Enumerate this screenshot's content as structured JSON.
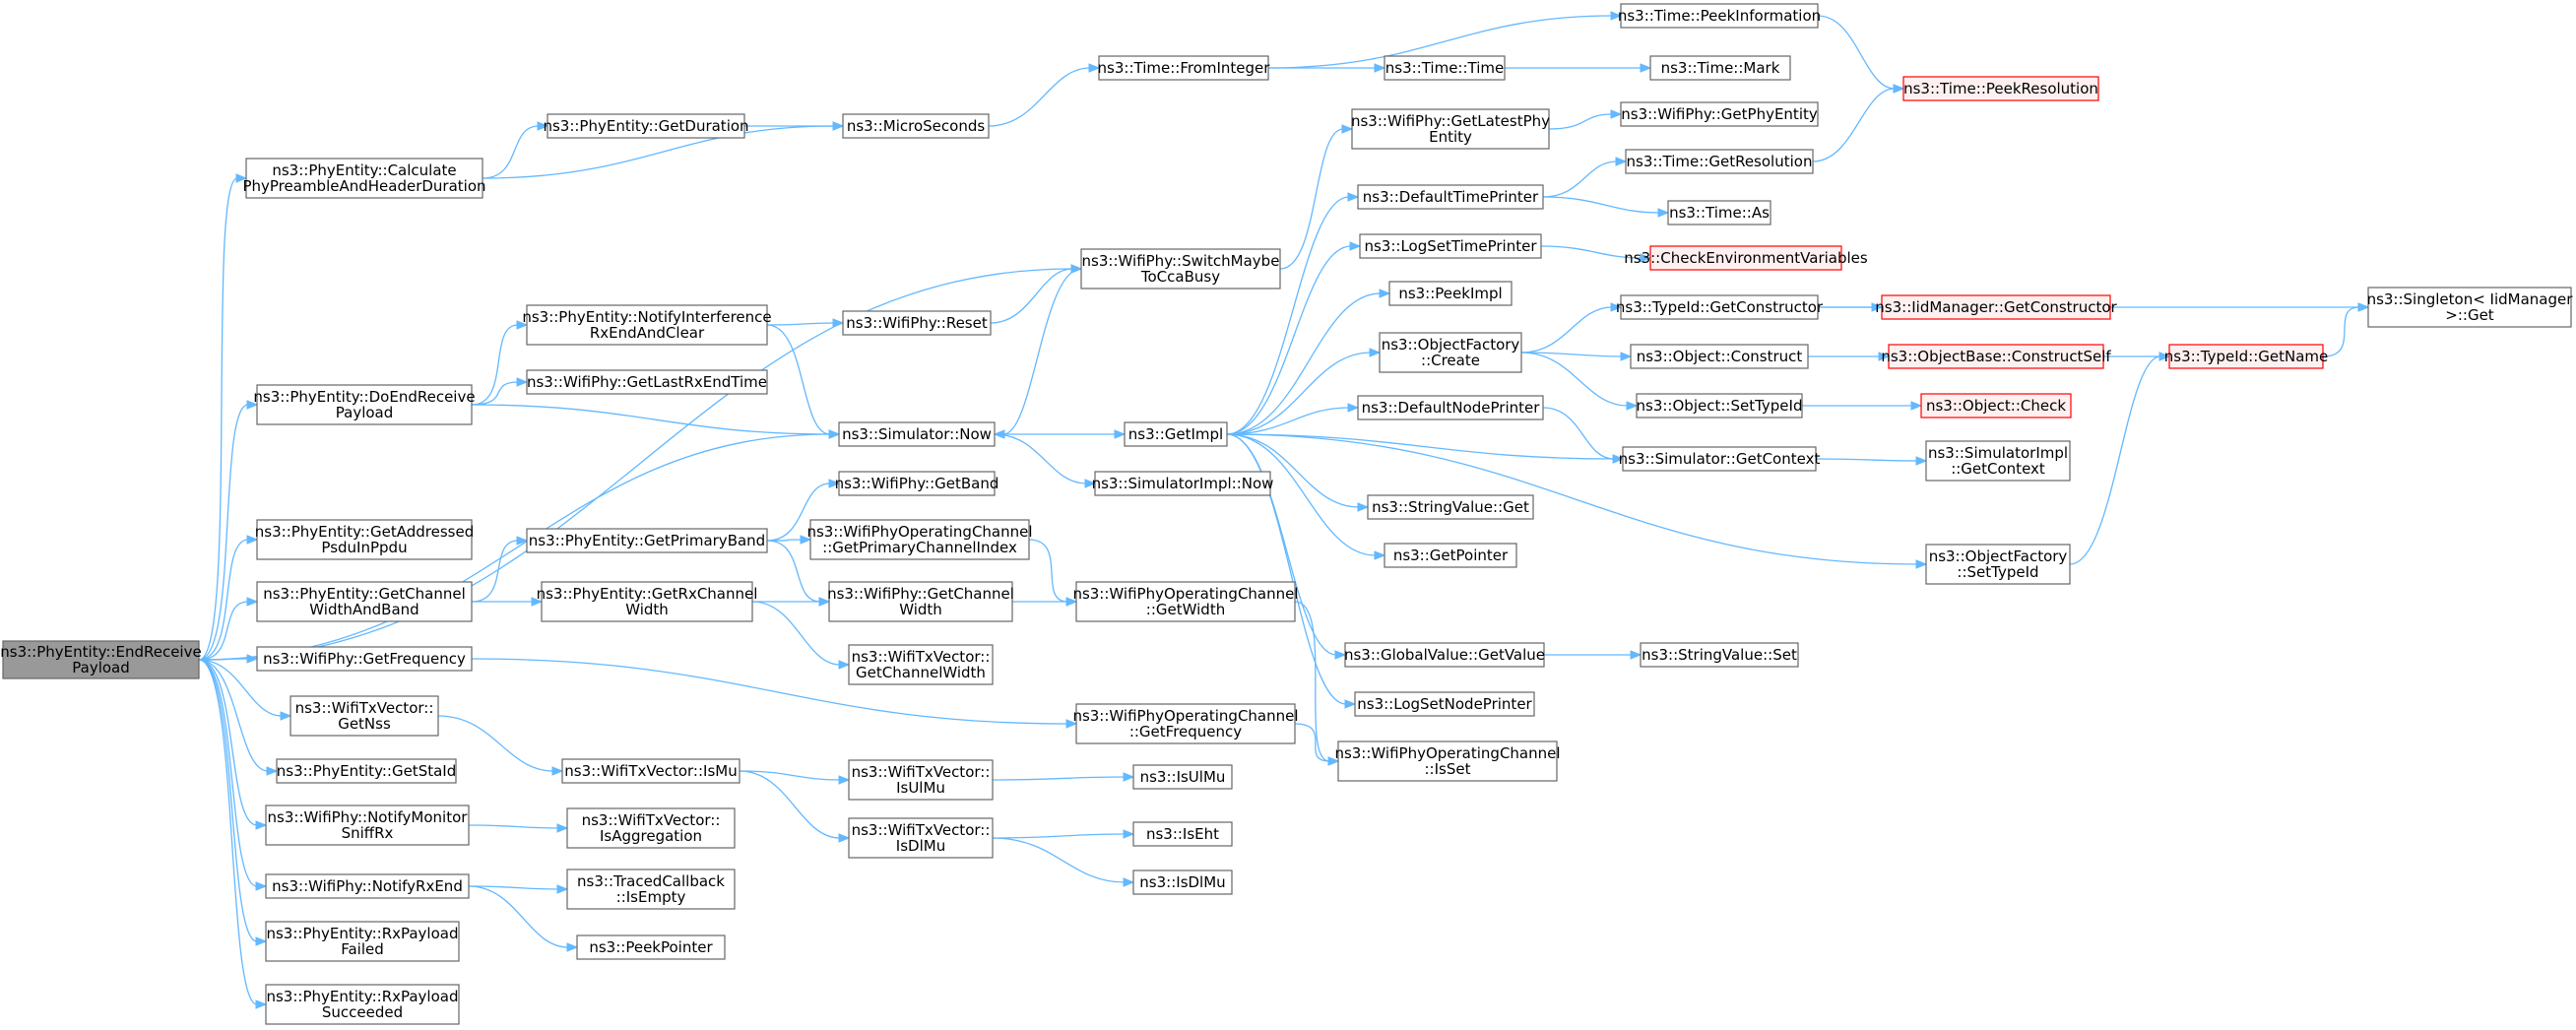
{
  "graph": {
    "nodes": [
      {
        "id": "root",
        "lines": [
          "ns3::PhyEntity::EndReceive",
          "Payload"
        ],
        "focus": true
      },
      {
        "id": "calcPre",
        "lines": [
          "ns3::PhyEntity::Calculate",
          "PhyPreambleAndHeaderDuration"
        ]
      },
      {
        "id": "getDur",
        "lines": [
          "ns3::PhyEntity::GetDuration"
        ]
      },
      {
        "id": "micro",
        "lines": [
          "ns3::MicroSeconds"
        ]
      },
      {
        "id": "fromInt",
        "lines": [
          "ns3::Time::FromInteger"
        ]
      },
      {
        "id": "timeTime",
        "lines": [
          "ns3::Time::Time"
        ]
      },
      {
        "id": "peekInfo",
        "lines": [
          "ns3::Time::PeekInformation"
        ]
      },
      {
        "id": "timeMark",
        "lines": [
          "ns3::Time::Mark"
        ]
      },
      {
        "id": "peekRes",
        "lines": [
          "ns3::Time::PeekResolution"
        ],
        "truncated": true
      },
      {
        "id": "getLatest",
        "lines": [
          "ns3::WifiPhy::GetLatestPhy",
          "Entity"
        ]
      },
      {
        "id": "getPhyEnt",
        "lines": [
          "ns3::WifiPhy::GetPhyEntity"
        ]
      },
      {
        "id": "getRes",
        "lines": [
          "ns3::Time::GetResolution"
        ]
      },
      {
        "id": "defTime",
        "lines": [
          "ns3::DefaultTimePrinter"
        ]
      },
      {
        "id": "timeAs",
        "lines": [
          "ns3::Time::As"
        ]
      },
      {
        "id": "logSetTime",
        "lines": [
          "ns3::LogSetTimePrinter"
        ]
      },
      {
        "id": "checkEnv",
        "lines": [
          "ns3::CheckEnvironmentVariables"
        ],
        "truncated": true
      },
      {
        "id": "switchCca",
        "lines": [
          "ns3::WifiPhy::SwitchMaybe",
          "ToCcaBusy"
        ]
      },
      {
        "id": "peekImpl",
        "lines": [
          "ns3::PeekImpl"
        ]
      },
      {
        "id": "typeGetCons",
        "lines": [
          "ns3::TypeId::GetConstructor"
        ]
      },
      {
        "id": "iidGetCons",
        "lines": [
          "ns3::IidManager::GetConstructor"
        ],
        "truncated": true
      },
      {
        "id": "singletonGet",
        "lines": [
          "ns3::Singleton< IidManager",
          " >::Get"
        ]
      },
      {
        "id": "notifyInterf",
        "lines": [
          "ns3::PhyEntity::NotifyInterference",
          "RxEndAndClear"
        ]
      },
      {
        "id": "wifiReset",
        "lines": [
          "ns3::WifiPhy::Reset"
        ]
      },
      {
        "id": "objFactCreate",
        "lines": [
          "ns3::ObjectFactory",
          "::Create"
        ]
      },
      {
        "id": "objConstruct",
        "lines": [
          "ns3::Object::Construct"
        ]
      },
      {
        "id": "objBaseCons",
        "lines": [
          "ns3::ObjectBase::ConstructSelf"
        ],
        "truncated": true
      },
      {
        "id": "typeGetName",
        "lines": [
          "ns3::TypeId::GetName"
        ],
        "truncated": true
      },
      {
        "id": "getLastRx",
        "lines": [
          "ns3::WifiPhy::GetLastRxEndTime"
        ]
      },
      {
        "id": "doEndRx",
        "lines": [
          "ns3::PhyEntity::DoEndReceive",
          "Payload"
        ]
      },
      {
        "id": "objSetType",
        "lines": [
          "ns3::Object::SetTypeId"
        ]
      },
      {
        "id": "objCheck",
        "lines": [
          "ns3::Object::Check"
        ],
        "truncated": true
      },
      {
        "id": "defNode",
        "lines": [
          "ns3::DefaultNodePrinter"
        ]
      },
      {
        "id": "simNow",
        "lines": [
          "ns3::Simulator::Now"
        ]
      },
      {
        "id": "getImpl",
        "lines": [
          "ns3::GetImpl"
        ]
      },
      {
        "id": "simGetCtx",
        "lines": [
          "ns3::Simulator::GetContext"
        ]
      },
      {
        "id": "simImplCtx",
        "lines": [
          "ns3::SimulatorImpl",
          "::GetContext"
        ]
      },
      {
        "id": "simImplNow",
        "lines": [
          "ns3::SimulatorImpl::Now"
        ]
      },
      {
        "id": "getBand",
        "lines": [
          "ns3::WifiPhy::GetBand"
        ]
      },
      {
        "id": "strGet",
        "lines": [
          "ns3::StringValue::Get"
        ]
      },
      {
        "id": "getAddr",
        "lines": [
          "ns3::PhyEntity::GetAddressed",
          "PsduInPpdu"
        ]
      },
      {
        "id": "getPrimBand",
        "lines": [
          "ns3::PhyEntity::GetPrimaryBand"
        ]
      },
      {
        "id": "getPrimIdx",
        "lines": [
          "ns3::WifiPhyOperatingChannel",
          "::GetPrimaryChannelIndex"
        ]
      },
      {
        "id": "getPointer",
        "lines": [
          "ns3::GetPointer"
        ]
      },
      {
        "id": "objFactSet",
        "lines": [
          "ns3::ObjectFactory",
          "::SetTypeId"
        ]
      },
      {
        "id": "getChanWB",
        "lines": [
          "ns3::PhyEntity::GetChannel",
          "WidthAndBand"
        ]
      },
      {
        "id": "getRxChanW",
        "lines": [
          "ns3::PhyEntity::GetRxChannel",
          "Width"
        ]
      },
      {
        "id": "wifiGetChanW",
        "lines": [
          "ns3::WifiPhy::GetChannel",
          "Width"
        ]
      },
      {
        "id": "opGetWidth",
        "lines": [
          "ns3::WifiPhyOperatingChannel",
          "::GetWidth"
        ]
      },
      {
        "id": "txGetChanW",
        "lines": [
          "ns3::WifiTxVector::",
          "GetChannelWidth"
        ]
      },
      {
        "id": "globalGet",
        "lines": [
          "ns3::GlobalValue::GetValue"
        ]
      },
      {
        "id": "strSet",
        "lines": [
          "ns3::StringValue::Set"
        ]
      },
      {
        "id": "getFreq",
        "lines": [
          "ns3::WifiPhy::GetFrequency"
        ]
      },
      {
        "id": "txGetNss",
        "lines": [
          "ns3::WifiTxVector::",
          "GetNss"
        ]
      },
      {
        "id": "logSetNode",
        "lines": [
          "ns3::LogSetNodePrinter"
        ]
      },
      {
        "id": "opGetFreq",
        "lines": [
          "ns3::WifiPhyOperatingChannel",
          "::GetFrequency"
        ]
      },
      {
        "id": "opIsSet",
        "lines": [
          "ns3::WifiPhyOperatingChannel",
          "::IsSet"
        ]
      },
      {
        "id": "getStaId",
        "lines": [
          "ns3::PhyEntity::GetStaId"
        ]
      },
      {
        "id": "txIsMu",
        "lines": [
          "ns3::WifiTxVector::IsMu"
        ]
      },
      {
        "id": "txIsUlMu",
        "lines": [
          "ns3::WifiTxVector::",
          "IsUlMu"
        ]
      },
      {
        "id": "isUlMu",
        "lines": [
          "ns3::IsUlMu"
        ]
      },
      {
        "id": "notifyMon",
        "lines": [
          "ns3::WifiPhy::NotifyMonitor",
          "SniffRx"
        ]
      },
      {
        "id": "txIsAgg",
        "lines": [
          "ns3::WifiTxVector::",
          "IsAggregation"
        ]
      },
      {
        "id": "txIsDlMu",
        "lines": [
          "ns3::WifiTxVector::",
          "IsDlMu"
        ]
      },
      {
        "id": "isEht",
        "lines": [
          "ns3::IsEht"
        ]
      },
      {
        "id": "isDlMu",
        "lines": [
          "ns3::IsDlMu"
        ]
      },
      {
        "id": "notifyRxEnd",
        "lines": [
          "ns3::WifiPhy::NotifyRxEnd"
        ]
      },
      {
        "id": "tracedEmpty",
        "lines": [
          "ns3::TracedCallback",
          "::IsEmpty"
        ]
      },
      {
        "id": "peekPointer",
        "lines": [
          "ns3::PeekPointer"
        ]
      },
      {
        "id": "rxFailed",
        "lines": [
          "ns3::PhyEntity::RxPayload",
          "Failed"
        ]
      },
      {
        "id": "rxSucc",
        "lines": [
          "ns3::PhyEntity::RxPayload",
          "Succeeded"
        ]
      }
    ],
    "edges": [
      [
        "root",
        "calcPre"
      ],
      [
        "root",
        "switchCca"
      ],
      [
        "root",
        "doEndRx"
      ],
      [
        "root",
        "simNow"
      ],
      [
        "root",
        "getAddr"
      ],
      [
        "root",
        "getChanWB"
      ],
      [
        "root",
        "getFreq"
      ],
      [
        "root",
        "txGetNss"
      ],
      [
        "root",
        "getStaId"
      ],
      [
        "root",
        "notifyMon"
      ],
      [
        "root",
        "notifyRxEnd"
      ],
      [
        "root",
        "rxFailed"
      ],
      [
        "root",
        "rxSucc"
      ],
      [
        "calcPre",
        "getDur"
      ],
      [
        "calcPre",
        "micro"
      ],
      [
        "getDur",
        "micro"
      ],
      [
        "micro",
        "fromInt"
      ],
      [
        "fromInt",
        "peekInfo"
      ],
      [
        "fromInt",
        "timeTime"
      ],
      [
        "timeTime",
        "timeMark"
      ],
      [
        "peekInfo",
        "peekRes"
      ],
      [
        "switchCca",
        "getLatest"
      ],
      [
        "switchCca",
        "simNow"
      ],
      [
        "getLatest",
        "getPhyEnt"
      ],
      [
        "doEndRx",
        "notifyInterf"
      ],
      [
        "doEndRx",
        "getLastRx"
      ],
      [
        "doEndRx",
        "simNow"
      ],
      [
        "notifyInterf",
        "wifiReset"
      ],
      [
        "notifyInterf",
        "simNow"
      ],
      [
        "wifiReset",
        "switchCca"
      ],
      [
        "simNow",
        "getImpl"
      ],
      [
        "simNow",
        "simImplNow"
      ],
      [
        "getImpl",
        "defTime"
      ],
      [
        "getImpl",
        "logSetTime"
      ],
      [
        "getImpl",
        "peekImpl"
      ],
      [
        "getImpl",
        "objFactCreate"
      ],
      [
        "getImpl",
        "defNode"
      ],
      [
        "getImpl",
        "simGetCtx"
      ],
      [
        "getImpl",
        "strGet"
      ],
      [
        "getImpl",
        "getPointer"
      ],
      [
        "getImpl",
        "objFactSet"
      ],
      [
        "getImpl",
        "globalGet"
      ],
      [
        "getImpl",
        "logSetNode"
      ],
      [
        "defTime",
        "getRes"
      ],
      [
        "defTime",
        "timeAs"
      ],
      [
        "getRes",
        "peekRes"
      ],
      [
        "logSetTime",
        "checkEnv"
      ],
      [
        "objFactCreate",
        "typeGetCons"
      ],
      [
        "objFactCreate",
        "objConstruct"
      ],
      [
        "objFactCreate",
        "objSetType"
      ],
      [
        "typeGetCons",
        "iidGetCons"
      ],
      [
        "typeGetCons",
        "singletonGet"
      ],
      [
        "objConstruct",
        "objBaseCons"
      ],
      [
        "objBaseCons",
        "typeGetName"
      ],
      [
        "typeGetName",
        "singletonGet"
      ],
      [
        "objSetType",
        "objCheck"
      ],
      [
        "defNode",
        "simGetCtx"
      ],
      [
        "simGetCtx",
        "simImplCtx"
      ],
      [
        "objFactSet",
        "typeGetName"
      ],
      [
        "globalGet",
        "strSet"
      ],
      [
        "getChanWB",
        "getPrimBand"
      ],
      [
        "getChanWB",
        "getRxChanW"
      ],
      [
        "getPrimBand",
        "getBand"
      ],
      [
        "getPrimBand",
        "getPrimIdx"
      ],
      [
        "getPrimBand",
        "wifiGetChanW"
      ],
      [
        "getPrimIdx",
        "opGetWidth"
      ],
      [
        "getRxChanW",
        "wifiGetChanW"
      ],
      [
        "getRxChanW",
        "txGetChanW"
      ],
      [
        "wifiGetChanW",
        "opGetWidth"
      ],
      [
        "opGetWidth",
        "opIsSet"
      ],
      [
        "getFreq",
        "opGetFreq"
      ],
      [
        "opGetFreq",
        "opIsSet"
      ],
      [
        "txGetNss",
        "txIsMu"
      ],
      [
        "txIsMu",
        "txIsUlMu"
      ],
      [
        "txIsMu",
        "txIsDlMu"
      ],
      [
        "txIsUlMu",
        "isUlMu"
      ],
      [
        "txIsDlMu",
        "isEht"
      ],
      [
        "txIsDlMu",
        "isDlMu"
      ],
      [
        "notifyMon",
        "txIsAgg"
      ],
      [
        "notifyRxEnd",
        "tracedEmpty"
      ],
      [
        "notifyRxEnd",
        "peekPointer"
      ]
    ]
  }
}
